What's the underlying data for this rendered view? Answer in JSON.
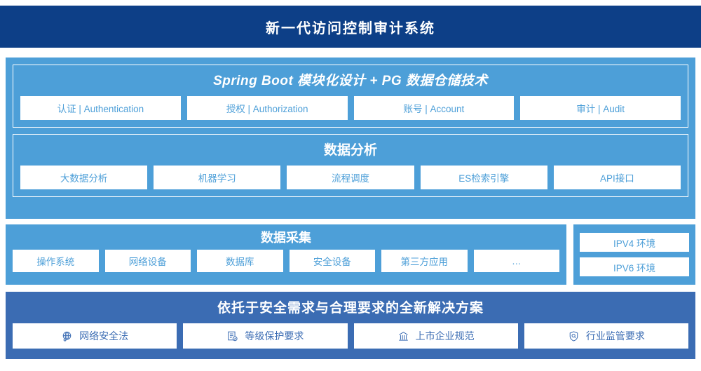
{
  "header": {
    "title": "新一代访问控制审计系统"
  },
  "platform": {
    "groups": [
      {
        "title": "Spring Boot 模块化设计 + PG 数据仓储技术",
        "italic": true,
        "items": [
          {
            "label": "认证 | Authentication"
          },
          {
            "label": "授权 | Authorization"
          },
          {
            "label": "账号 | Account"
          },
          {
            "label": "审计 | Audit"
          }
        ]
      },
      {
        "title": "数据分析",
        "italic": false,
        "items": [
          {
            "label": "大数据分析"
          },
          {
            "label": "机器学习"
          },
          {
            "label": "流程调度"
          },
          {
            "label": "ES检索引擎"
          },
          {
            "label": "API接口"
          }
        ]
      }
    ]
  },
  "collection": {
    "title": "数据采集",
    "items": [
      {
        "label": "操作系统"
      },
      {
        "label": "网络设备"
      },
      {
        "label": "数据库"
      },
      {
        "label": "安全设备"
      },
      {
        "label": "第三方应用"
      },
      {
        "label": "…"
      }
    ]
  },
  "environments": {
    "items": [
      {
        "label": "IPV4 环境"
      },
      {
        "label": "IPV6 环境"
      }
    ]
  },
  "compliance": {
    "title": "依托于安全需求与合理要求的全新解决方案",
    "items": [
      {
        "label": "网络安全法",
        "icon": "globe-network-icon"
      },
      {
        "label": "等级保护要求",
        "icon": "document-check-icon"
      },
      {
        "label": "上市企业规范",
        "icon": "bank-building-icon"
      },
      {
        "label": "行业监管要求",
        "icon": "shield-search-icon"
      }
    ]
  },
  "colors": {
    "header_navy": "#0d3f87",
    "panel_blue": "#4d9fd8",
    "compliance_blue": "#3b6cb3",
    "chip_white": "#ffffff"
  }
}
